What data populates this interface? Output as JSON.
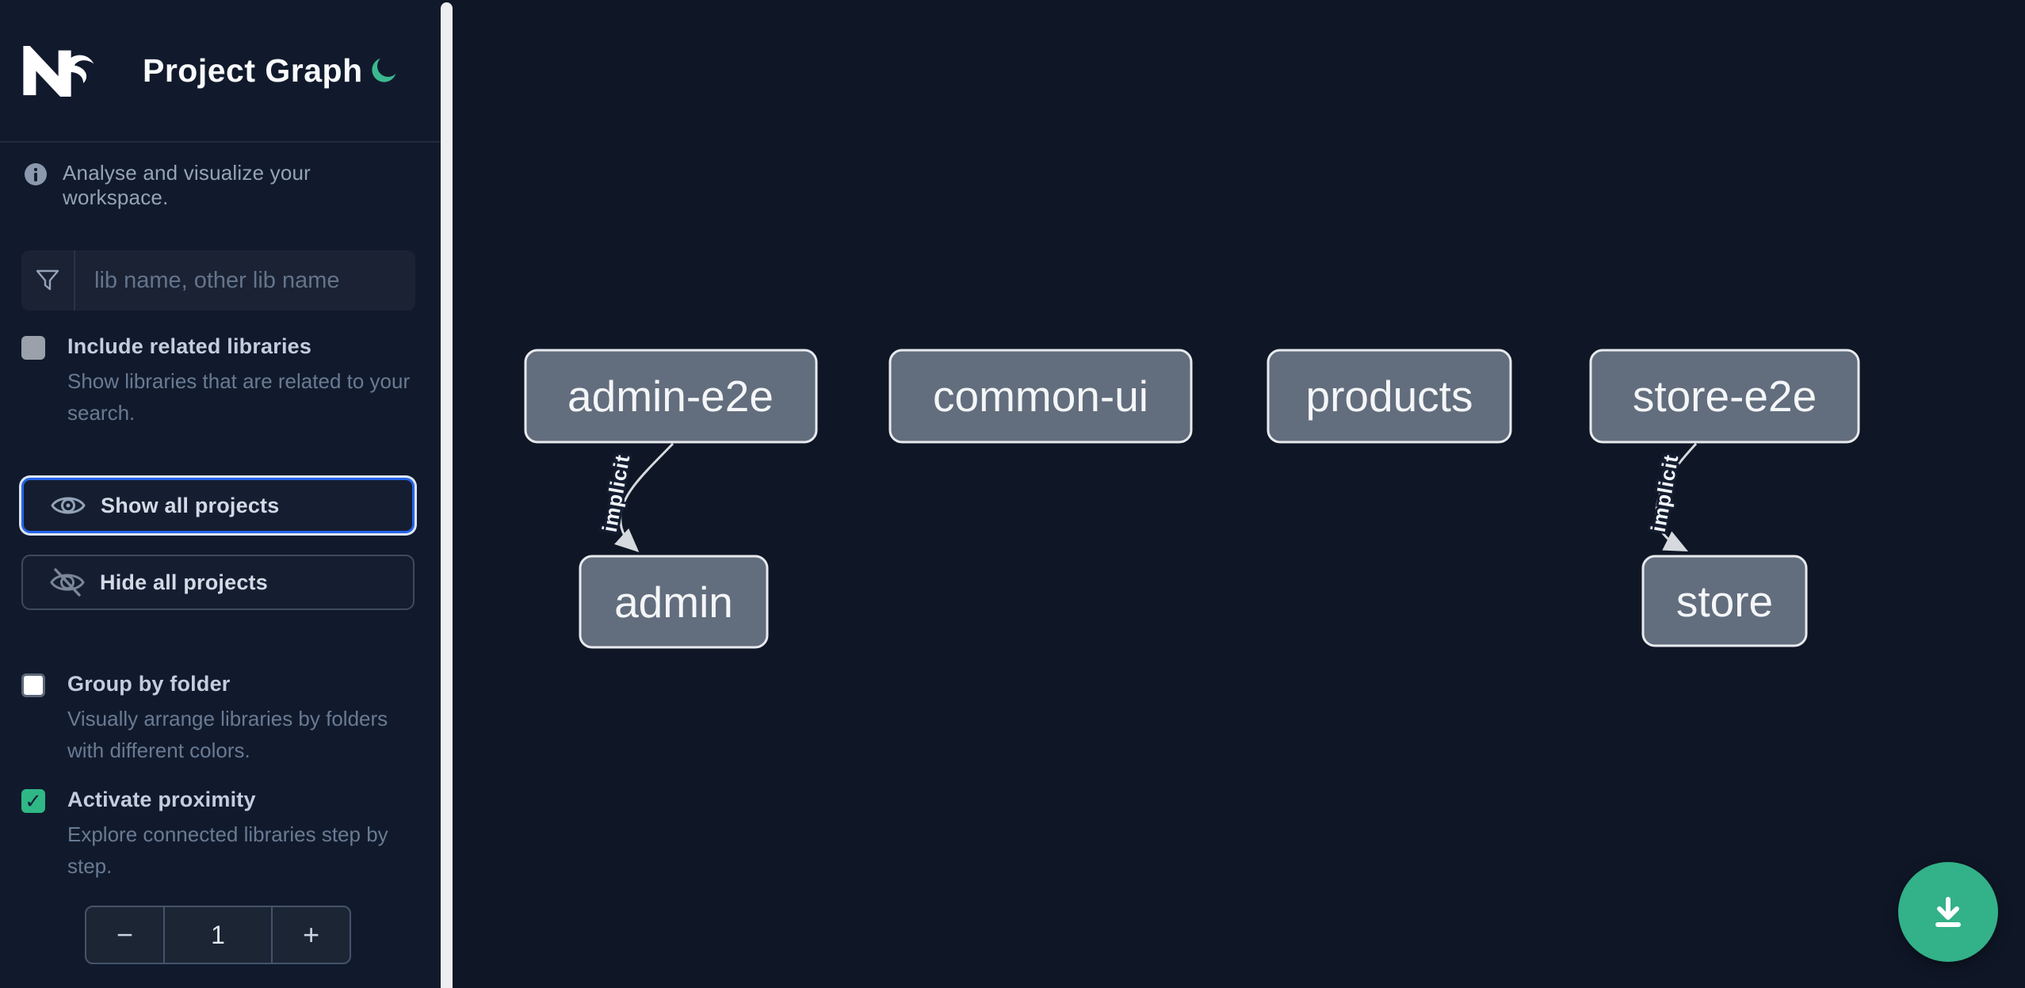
{
  "header": {
    "logo": "Nx",
    "title": "Project Graph"
  },
  "intro": {
    "text": "Analyse and visualize your workspace."
  },
  "search": {
    "placeholder": "lib name, other lib name",
    "value": ""
  },
  "controls": {
    "include_related": {
      "label": "Include related libraries",
      "description": "Show libraries that are related to your search.",
      "checked": false
    },
    "show_all_label": "Show all projects",
    "hide_all_label": "Hide all projects",
    "group_by_folder": {
      "label": "Group by folder",
      "description": "Visually arrange libraries by folders with different colors.",
      "checked": false
    },
    "activate_proximity": {
      "label": "Activate proximity",
      "description": "Explore connected libraries step by step.",
      "checked": true,
      "check_glyph": "✓"
    },
    "stepper": {
      "decrement_label": "−",
      "value": "1",
      "increment_label": "+"
    }
  },
  "graph": {
    "nodes": [
      {
        "label": "admin-e2e"
      },
      {
        "label": "common-ui"
      },
      {
        "label": "products"
      },
      {
        "label": "store-e2e"
      },
      {
        "label": "admin"
      },
      {
        "label": "store"
      }
    ],
    "edges": [
      {
        "from": "admin-e2e",
        "to": "admin",
        "label": "implicit"
      },
      {
        "from": "store-e2e",
        "to": "store",
        "label": "implicit"
      }
    ]
  },
  "colors": {
    "accent_green": "#33b188",
    "focus_blue": "#2563eb",
    "sidebar_bg": "#111a2c",
    "canvas_bg": "#0f1626",
    "node_fill": "#626d7d",
    "node_border": "#e8eaee",
    "text_muted": "#94a3b8"
  }
}
